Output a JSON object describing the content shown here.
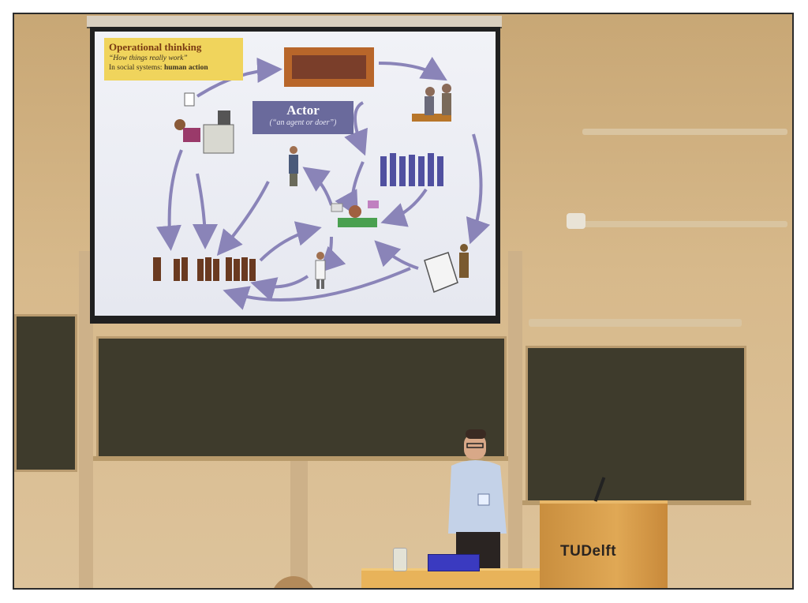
{
  "slide": {
    "title": "Operational thinking",
    "subtitle": "“How things really work”",
    "line_prefix": "In social systems: ",
    "line_emphasis": "human action",
    "actor_title": "Actor",
    "actor_subtitle": "(“an agent or doer”)"
  },
  "lectern": {
    "logo_text": "TUDelft"
  },
  "colors": {
    "slide_background": "#eceef4",
    "title_box": "#f0d45c",
    "actor_box": "#6a6a9c",
    "arrow": "#8a84b8",
    "lectern": "#d99c48"
  }
}
